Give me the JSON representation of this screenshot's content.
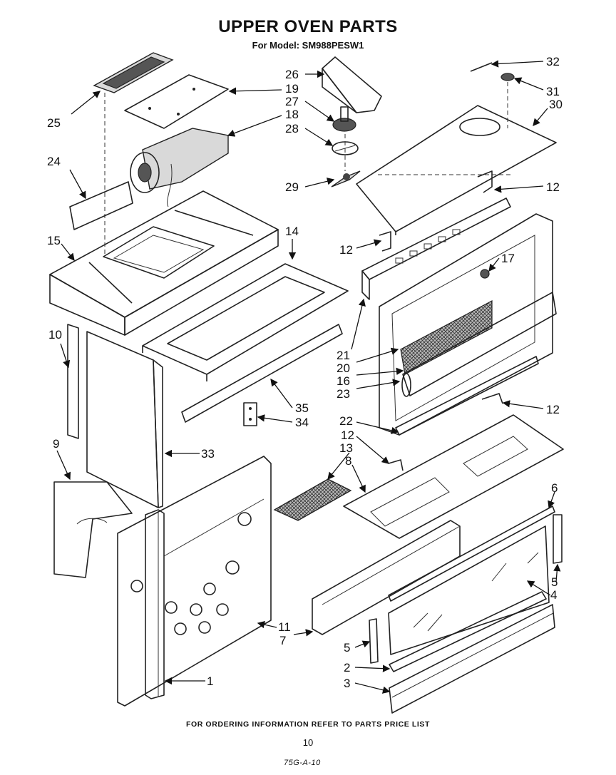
{
  "header": {
    "title": "UPPER OVEN PARTS",
    "subtitle": "For Model: SM988PESW1"
  },
  "footer": {
    "ordering_note": "FOR ORDERING INFORMATION REFER TO PARTS PRICE LIST",
    "page_number": "10",
    "drawing_code": "75G-A-10"
  },
  "callouts": [
    "1",
    "2",
    "3",
    "4",
    "5",
    "5",
    "6",
    "7",
    "8",
    "9",
    "10",
    "11",
    "12",
    "12",
    "12",
    "12",
    "12",
    "13",
    "14",
    "15",
    "16",
    "17",
    "18",
    "19",
    "20",
    "21",
    "22",
    "23",
    "24",
    "25",
    "26",
    "27",
    "28",
    "29",
    "30",
    "31",
    "32",
    "33",
    "34",
    "35"
  ]
}
